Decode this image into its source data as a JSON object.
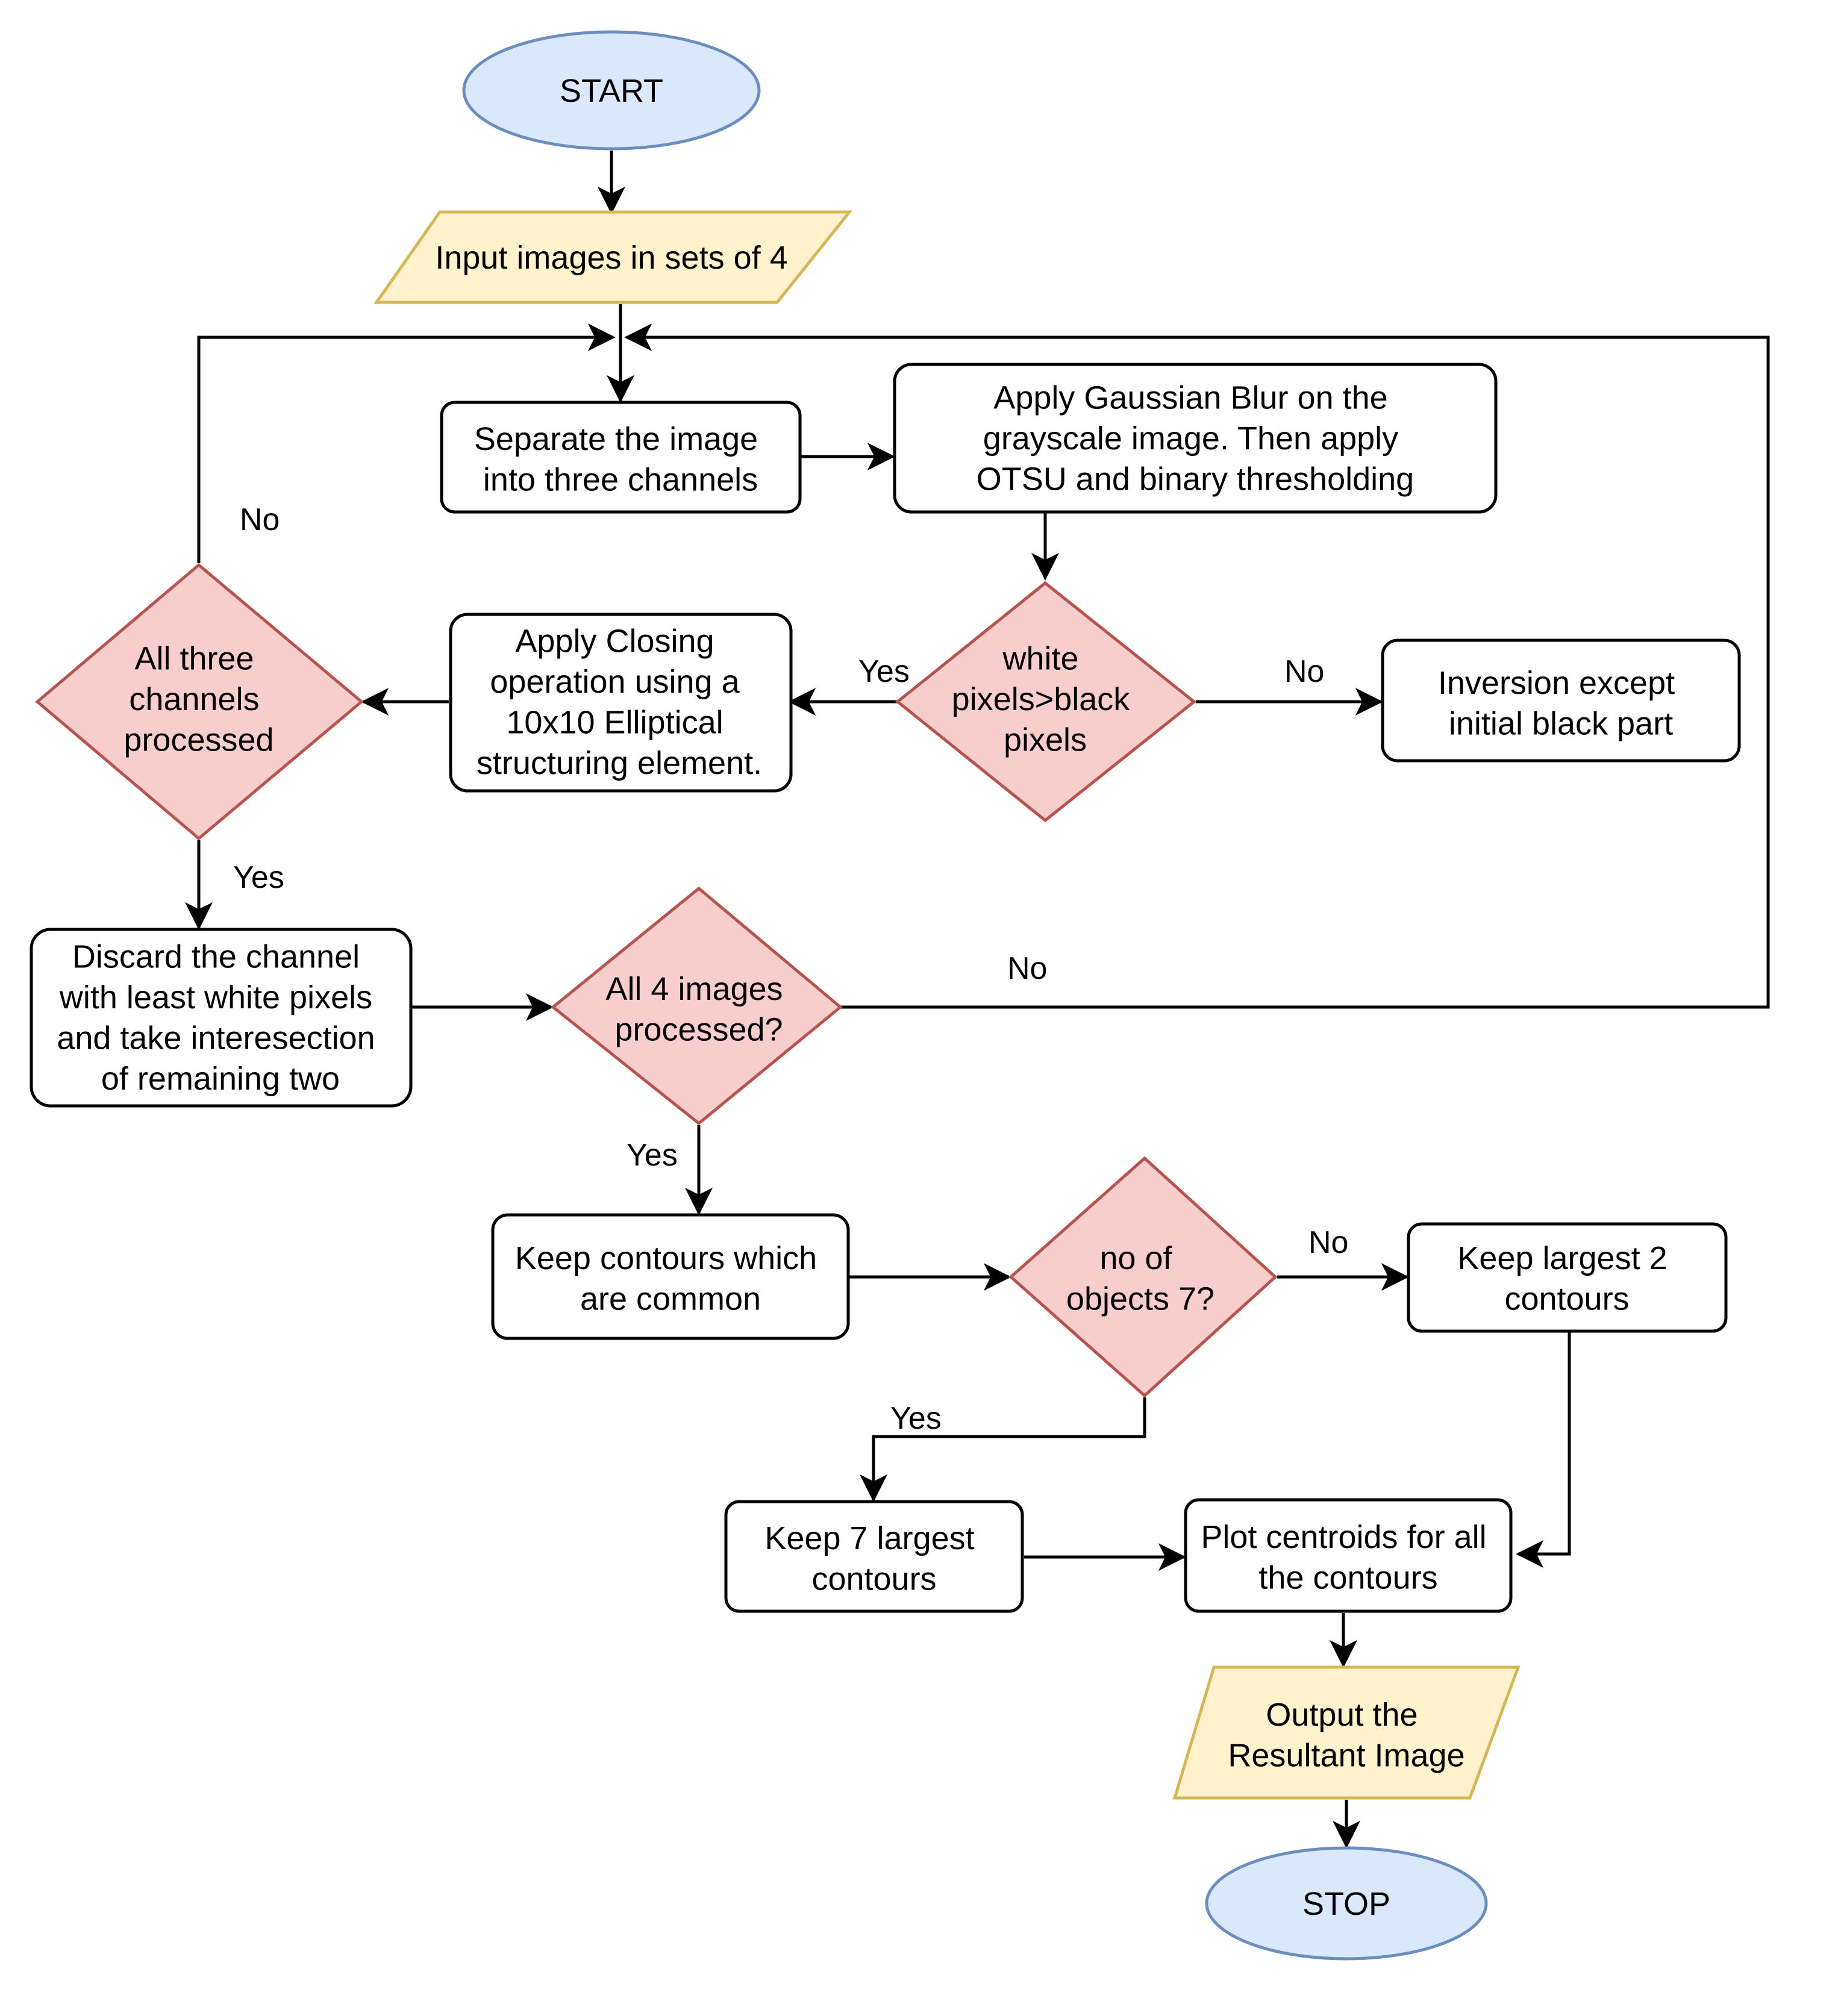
{
  "colors": {
    "terminal_fill": "#dae8fc",
    "terminal_stroke": "#6c8ebf",
    "io_fill": "#fff2cc",
    "io_stroke": "#d6b656",
    "decision_fill": "#f8cecc",
    "decision_stroke": "#b85450",
    "process_fill": "#ffffff",
    "process_stroke": "#000000",
    "edge": "#000000"
  },
  "nodes": {
    "start": {
      "lines": [
        "START"
      ]
    },
    "input": {
      "lines": [
        "Input images in sets of 4"
      ]
    },
    "separate": {
      "lines": [
        "Separate the image",
        "into three channels"
      ]
    },
    "gaussian": {
      "lines": [
        "Apply Gaussian Blur on the",
        "grayscale image. Then apply",
        "OTSU and binary thresholding"
      ]
    },
    "white_vs_black": {
      "lines": [
        "white",
        "pixels>black",
        "pixels"
      ]
    },
    "inversion": {
      "lines": [
        "Inversion except",
        "initial black part"
      ]
    },
    "closing": {
      "lines": [
        "Apply Closing",
        "operation using a",
        "10x10 Elliptical",
        "structuring element."
      ]
    },
    "channels_done": {
      "lines": [
        "All three",
        "channels",
        "processed"
      ]
    },
    "discard": {
      "lines": [
        "Discard the channel",
        "with least white pixels",
        "and take interesection",
        "of remaining two"
      ]
    },
    "images_done": {
      "lines": [
        "All 4 images",
        "processed?"
      ]
    },
    "keep_common": {
      "lines": [
        "Keep contours which",
        "are common"
      ]
    },
    "objects_7": {
      "lines": [
        "no of",
        "objects 7?"
      ]
    },
    "keep_largest_2": {
      "lines": [
        "Keep largest 2",
        "contours"
      ]
    },
    "keep_7_largest": {
      "lines": [
        "Keep 7 largest",
        "contours"
      ]
    },
    "plot_centroids": {
      "lines": [
        "Plot centroids for all",
        "the contours"
      ]
    },
    "output": {
      "lines": [
        "Output  the",
        "Resultant Image"
      ]
    },
    "stop": {
      "lines": [
        "STOP"
      ]
    }
  },
  "edge_labels": {
    "channels_no": "No",
    "wvb_yes": "Yes",
    "wvb_no": "No",
    "channels_yes": "Yes",
    "images_no": "No",
    "images_yes": "Yes",
    "objects_no": "No",
    "objects_yes": "Yes"
  }
}
